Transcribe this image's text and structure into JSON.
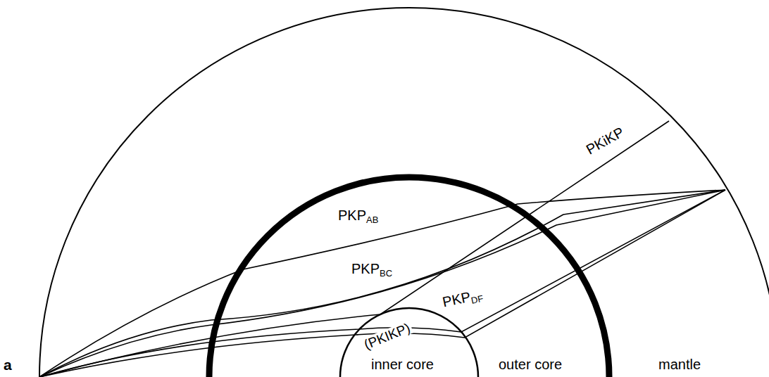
{
  "diagram": {
    "labels": [
      "PKiKP",
      "PKP",
      "AB",
      "PKP",
      "BC",
      "(PKIKP)",
      "PKP",
      "DF",
      "inner core",
      "outer core",
      "mantle",
      "a"
    ]
  }
}
